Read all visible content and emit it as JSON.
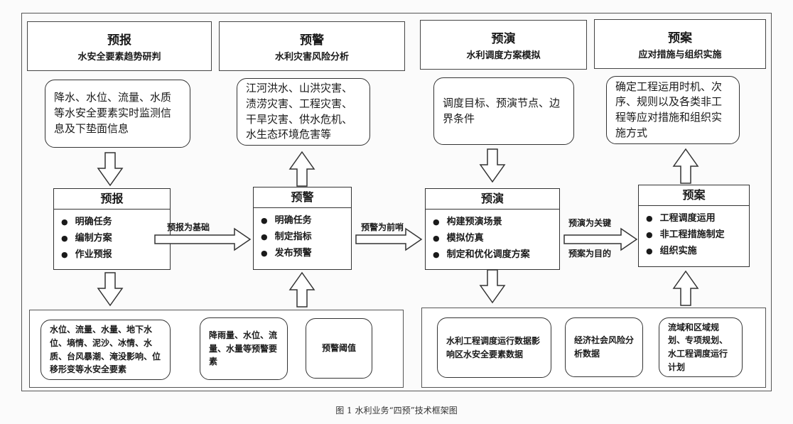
{
  "headers": [
    {
      "title": "预报",
      "subtitle": "水安全要素趋势研判"
    },
    {
      "title": "预警",
      "subtitle": "水利灾害风险分析"
    },
    {
      "title": "预演",
      "subtitle": "水利调度方案模拟"
    },
    {
      "title": "预案",
      "subtitle": "应对措施与组织实施"
    }
  ],
  "top_boxes": [
    "降水、水位、流量、水质等水安全要素实时监测信息及下垫面信息",
    "江河洪水、山洪灾害、渍涝灾害、工程灾害、干旱灾害、供水危机、水生态环境危害等",
    "调度目标、预演节点、边界条件",
    "确定工程运用时机、次序、规则以及各类非工程等应对措施和组织实施方式"
  ],
  "mid_boxes": [
    {
      "title": "预报",
      "items": [
        "明确任务",
        "编制方案",
        "作业预报"
      ]
    },
    {
      "title": "预警",
      "items": [
        "明确任务",
        "制定指标",
        "发布预警"
      ]
    },
    {
      "title": "预演",
      "items": [
        "构建预演场景",
        "模拟仿真",
        "制定和优化调度方案"
      ]
    },
    {
      "title": "预案",
      "items": [
        "工程调度运用",
        "非工程措施制定",
        "组织实施"
      ]
    }
  ],
  "connectors": [
    "预报为基础",
    "预警为前哨",
    "预演为关键",
    "预案为目的"
  ],
  "bottom_boxes": [
    "水位、流量、水量、地下水位、墒情、泥沙、冰情、水质、台风暴潮、淹没影响、位移形变等水安全要素",
    "降雨量、水位、流量、水量等预警要素",
    "预警阈值",
    "水利工程调度运行数据影响区水安全要素数据",
    "经济社会风险分析数据",
    "流域和区域规划、专项规划、水工程调度运行计划"
  ],
  "caption": "图 1  水利业务“四预”技术框架图"
}
